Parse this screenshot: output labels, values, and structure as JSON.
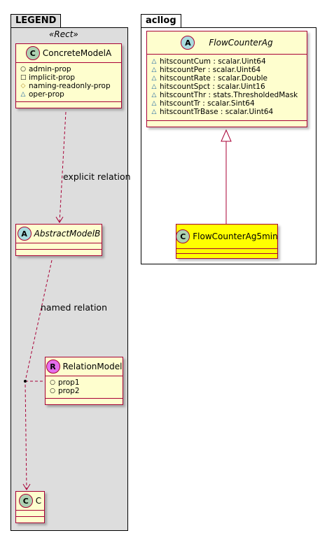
{
  "legend": {
    "title": "LEGEND",
    "stereotype": "«Rect»",
    "concrete": {
      "badge": "C",
      "name": "ConcreteModelA",
      "props": [
        {
          "vis": "public",
          "text": "admin-prop"
        },
        {
          "vis": "private",
          "text": "implicit-prop"
        },
        {
          "vis": "protected",
          "text": "naming-readonly-prop"
        },
        {
          "vis": "package",
          "text": "oper-prop"
        }
      ]
    },
    "explicit_label": "explicit relation",
    "abstract": {
      "badge": "A",
      "name": "AbstractModelB"
    },
    "named_label": "named relation",
    "relation": {
      "badge": "R",
      "name": "RelationModel",
      "props": [
        {
          "vis": "public",
          "text": "prop1"
        },
        {
          "vis": "public",
          "text": "prop2"
        }
      ]
    },
    "c_class": {
      "badge": "C",
      "name": "C"
    }
  },
  "acllog": {
    "title": "acllog",
    "flow": {
      "badge": "A",
      "name": "FlowCounterAg",
      "props": [
        {
          "vis": "package",
          "text": "hitscountCum : scalar.Uint64"
        },
        {
          "vis": "package",
          "text": "hitscountPer : scalar.Uint64"
        },
        {
          "vis": "package",
          "text": "hitscountRate : scalar.Double"
        },
        {
          "vis": "package",
          "text": "hitscountSpct : scalar.Uint16"
        },
        {
          "vis": "package",
          "text": "hitscountThr : stats.ThresholdedMask"
        },
        {
          "vis": "package",
          "text": "hitscountTr : scalar.Sint64"
        },
        {
          "vis": "package",
          "text": "hitscountTrBase : scalar.Uint64"
        }
      ]
    },
    "flow5": {
      "badge": "C",
      "name": "FlowCounterAg5min",
      "color": "#FFFF00"
    }
  },
  "colors": {
    "border": "#A80036",
    "fill": "#FEFECE",
    "legend_bg": "#DDDDDD"
  }
}
